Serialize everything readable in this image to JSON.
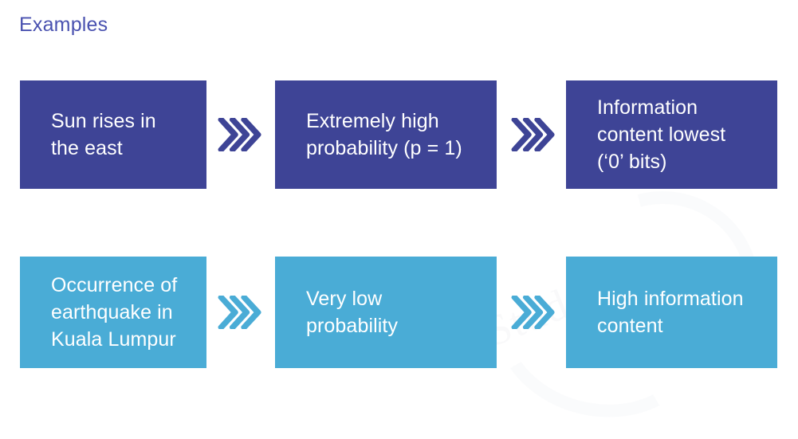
{
  "page": {
    "title": "Examples",
    "background": "#ffffff",
    "title_color": "#4a52b0"
  },
  "colors": {
    "row_dark": "#3e4496",
    "row_light": "#4aacd6",
    "box_text": "#ffffff"
  },
  "icons": {
    "arrow": "triple-chevron-right-icon"
  },
  "watermark": {
    "text": "Studocu"
  },
  "rows": [
    {
      "id": "row-0",
      "color": "#3e4496",
      "arrow_color": "#3e4496",
      "boxes": [
        {
          "text": "Sun rises in\nthe east"
        },
        {
          "text": "Extremely high\nprobability (p = 1)"
        },
        {
          "text": "Information\ncontent lowest\n(‘0’ bits)"
        }
      ],
      "arrows": [
        {
          "label": "triple-chevron-right-icon"
        },
        {
          "label": "triple-chevron-right-icon"
        }
      ]
    },
    {
      "id": "row-1",
      "color": "#4aacd6",
      "arrow_color": "#4aacd6",
      "boxes": [
        {
          "text": "Occurrence of\nearthquake in\nKuala Lumpur"
        },
        {
          "text": "Very low\nprobability"
        },
        {
          "text": "High information\ncontent"
        }
      ],
      "arrows": [
        {
          "label": "triple-chevron-right-icon"
        },
        {
          "label": "triple-chevron-right-icon"
        }
      ]
    }
  ]
}
